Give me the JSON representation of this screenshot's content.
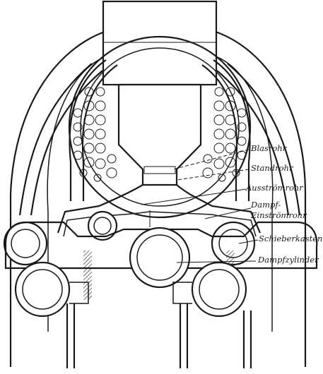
{
  "labels": {
    "blasrohr": "Blasrohr",
    "standrohr": "Standrohr",
    "ausstroemrohr": "Ausströmrohr",
    "dampf_einstroemrohr_1": "Dampf-",
    "dampf_einstroemrohr_2": "Einströmrohr",
    "schieberkasten": "Schieberkasten",
    "dampfzylinder": "Dampfzylinder"
  },
  "colors": {
    "ink": "#1a1a1a",
    "paper": "#ffffff"
  }
}
